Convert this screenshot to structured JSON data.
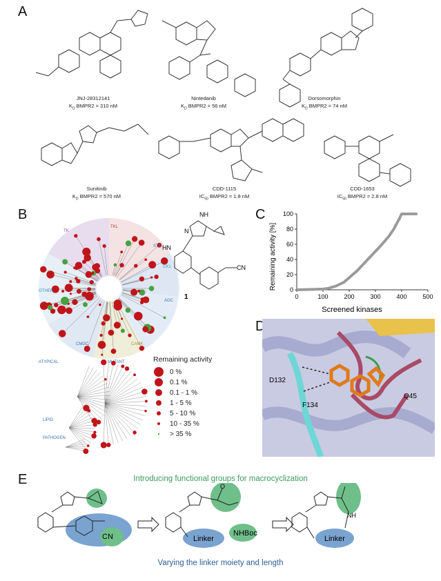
{
  "panels": {
    "a": "A",
    "b": "B",
    "c": "C",
    "d": "D",
    "e": "E"
  },
  "compounds": [
    {
      "name": "JNJ-28312141",
      "kd": "K",
      "sub": "D",
      "rest": " BMPR2 = 310 nM"
    },
    {
      "name": "Nintedanib",
      "kd": "K",
      "sub": "D",
      "rest": " BMPR2 = 56 nM"
    },
    {
      "name": "Dorsomorphin",
      "kd": "K",
      "sub": "D",
      "rest": " BMPR2 = 74 nM"
    },
    {
      "name": "Sunitinib",
      "kd": "K",
      "sub": "D",
      "rest": " BMPR2 = 570 nM"
    },
    {
      "name": "CDD-1115",
      "kd": "IC",
      "sub": "50",
      "rest": " BMPR2 = 1.8 nM"
    },
    {
      "name": "CDD-1653",
      "kd": "IC",
      "sub": "50",
      "rest": " BMPR2 = 2.8 nM"
    }
  ],
  "tree": {
    "groups": [
      "TK",
      "TKL",
      "STE",
      "CK1",
      "AGC",
      "CAMK",
      "CMGC",
      "OTHER"
    ],
    "extra": [
      "ATYPICAL",
      "MUTANT",
      "LIPID",
      "PATHOGEN"
    ]
  },
  "compound1": {
    "label": "1",
    "nh": "NH",
    "n": "N",
    "hn": "HN",
    "cn": "CN"
  },
  "legend": {
    "title": "Remaining activity",
    "items": [
      "0 %",
      "0.1 %",
      "0.1 - 1 %",
      "1 - 5 %",
      "5 - 10 %",
      "10 - 35 %",
      "> 35 %"
    ]
  },
  "chart_data": {
    "type": "line",
    "xlabel": "Screened kinases",
    "ylabel": "Remaining activity [%]",
    "xlim": [
      0,
      500
    ],
    "ylim": [
      0,
      100
    ],
    "xticks": [
      0,
      100,
      200,
      300,
      400,
      500
    ],
    "yticks": [
      0,
      20,
      40,
      60,
      80,
      100
    ],
    "series": [
      {
        "x": [
          0,
          50,
          100,
          120,
          150,
          180,
          200,
          230,
          260,
          290,
          320,
          350,
          370,
          390,
          400,
          420,
          460
        ],
        "y": [
          0,
          0.5,
          1,
          2,
          5,
          10,
          16,
          25,
          36,
          47,
          58,
          70,
          80,
          93,
          100,
          100,
          100
        ]
      }
    ]
  },
  "structure": {
    "d132": "D132",
    "f134": "F134",
    "q45": "Q45"
  },
  "panelE": {
    "top": "Introducing functional groups for macrocyclization",
    "bottom": "Varying the linker moiety and length",
    "linker": "Linker",
    "nhboc": "NHBoc",
    "o": "O",
    "nh": "NH",
    "cn": "CN"
  },
  "colors": {
    "green": "#2e8b57",
    "blue": "#2e5f9a",
    "red": "#c0141b",
    "gray": "#9a9a9a"
  }
}
